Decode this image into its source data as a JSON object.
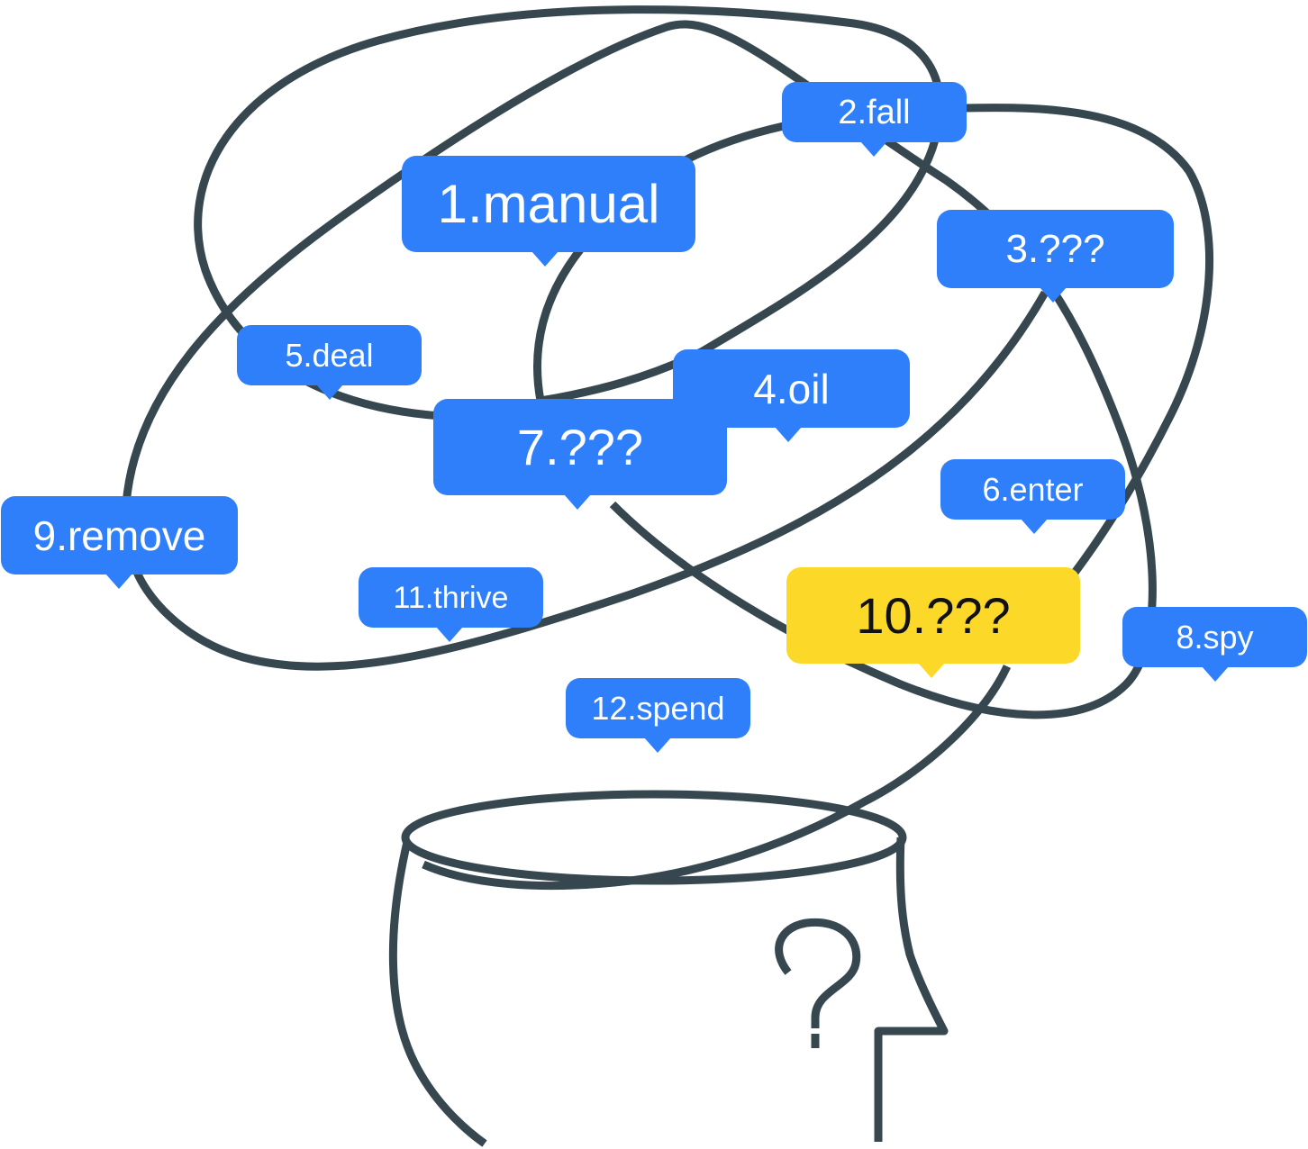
{
  "words": [
    {
      "id": "w1",
      "label": "1.manual",
      "style": "blue"
    },
    {
      "id": "w2",
      "label": "2.fall",
      "style": "blue"
    },
    {
      "id": "w3",
      "label": "3.???",
      "style": "blue"
    },
    {
      "id": "w4",
      "label": "4.oil",
      "style": "blue"
    },
    {
      "id": "w5",
      "label": "5.deal",
      "style": "blue"
    },
    {
      "id": "w6",
      "label": "6.enter",
      "style": "blue"
    },
    {
      "id": "w7",
      "label": "7.???",
      "style": "blue"
    },
    {
      "id": "w8",
      "label": "8.spy",
      "style": "blue"
    },
    {
      "id": "w9",
      "label": "9.remove",
      "style": "blue"
    },
    {
      "id": "w10",
      "label": "10.???",
      "style": "highlight"
    },
    {
      "id": "w11",
      "label": "11.thrive",
      "style": "blue"
    },
    {
      "id": "w12",
      "label": "12.spend",
      "style": "blue"
    }
  ],
  "colors": {
    "bubble_blue": "#2f7ffb",
    "bubble_highlight": "#fcd928",
    "line": "#37474f"
  },
  "icons": [
    "open-head-outline",
    "question-mark-icon",
    "tangled-thought-lines"
  ]
}
